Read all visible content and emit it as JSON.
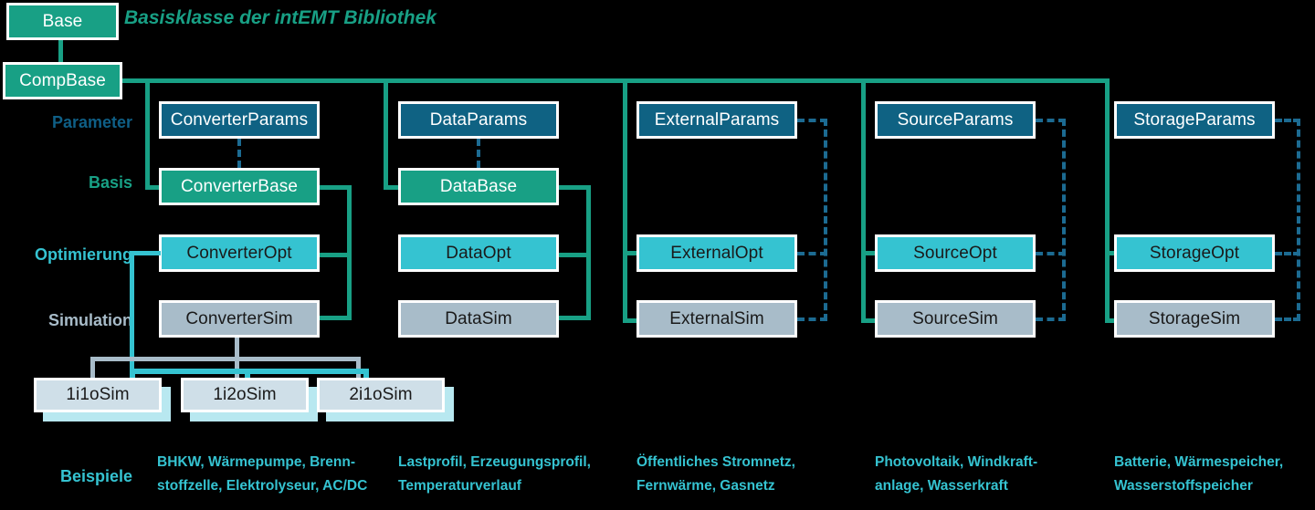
{
  "diagram": {
    "headline": "Basisklasse der intEMT Bibliothek",
    "base": {
      "label": "Base"
    },
    "compbase": {
      "label": "CompBase"
    },
    "row_labels": {
      "parameter": "Parameter",
      "basis": "Basis",
      "optimierung": "Optimierung",
      "simulation": "Simulation",
      "beispiele": "Beispiele"
    },
    "columns": [
      {
        "key": "converter",
        "params": "ConverterParams",
        "basis": "ConverterBase",
        "opt": "ConverterOpt",
        "sim": "ConverterSim",
        "examples": "BHKW, Wärmepumpe, Brenn-stoffzelle, Elektrolyseur, AC/DC",
        "examples_lines": [
          "BHKW, Wärmepumpe, Brenn-",
          "stoffzelle, Elektrolyseur, AC/DC"
        ]
      },
      {
        "key": "data",
        "params": "DataParams",
        "basis": "DataBase",
        "opt": "DataOpt",
        "sim": "DataSim",
        "examples": "Lastprofil, Erzeugungsprofil, Temperaturverlauf",
        "examples_lines": [
          "Lastprofil, Erzeugungsprofil,",
          "Temperaturverlauf"
        ]
      },
      {
        "key": "external",
        "params": "ExternalParams",
        "basis": "",
        "opt": "ExternalOpt",
        "sim": "ExternalSim",
        "examples": "Öffentliches Stromnetz, Fernwärme, Gasnetz",
        "examples_lines": [
          "Öffentliches Stromnetz,",
          "Fernwärme, Gasnetz"
        ]
      },
      {
        "key": "source",
        "params": "SourceParams",
        "basis": "",
        "opt": "SourceOpt",
        "sim": "SourceSim",
        "examples": "Photovoltaik, Windkraft-anlage, Wasserkraft",
        "examples_lines": [
          "Photovoltaik, Windkraft-",
          "anlage, Wasserkraft"
        ]
      },
      {
        "key": "storage",
        "params": "StorageParams",
        "basis": "",
        "opt": "StorageOpt",
        "sim": "StorageSim",
        "examples": "Batterie, Wärmespeicher, Wasserstoffspeicher",
        "examples_lines": [
          "Batterie, Wärmespeicher,",
          "Wasserstoffspeicher"
        ]
      }
    ],
    "leaf_sims": [
      {
        "label": "1i1oSim"
      },
      {
        "label": "1i2oSim"
      },
      {
        "label": "2i1oSim"
      }
    ],
    "colors": {
      "green": "#18a085",
      "blue": "#0f6283",
      "cyan": "#35c3d1",
      "gray": "#a8bcc9",
      "pale": "#cfdfe8",
      "shadow": "#b8e8f0",
      "dashed": "#1c6b92",
      "background": "#000000"
    }
  }
}
